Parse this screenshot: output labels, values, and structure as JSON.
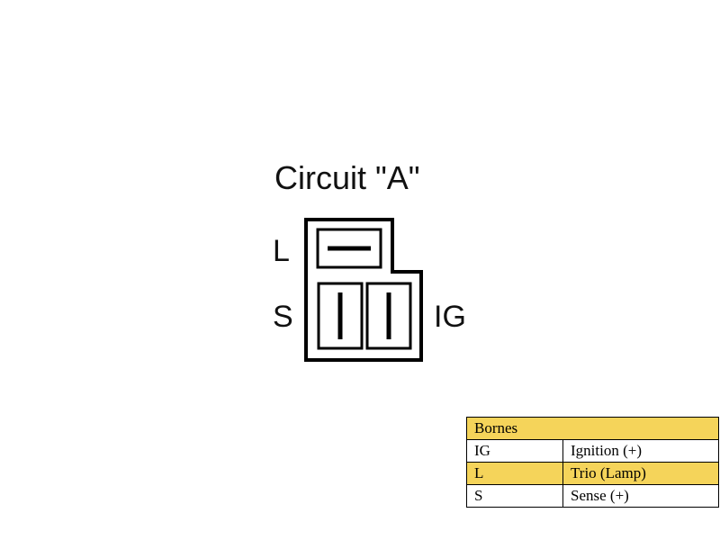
{
  "diagram": {
    "title": "Circuit \"A\"",
    "terminals": {
      "l": "L",
      "s": "S",
      "ig": "IG"
    }
  },
  "legend": {
    "header": "Bornes",
    "header_color": "#f5d45a",
    "rows": [
      {
        "code": "IG",
        "description": "Ignition (+)",
        "highlight": false
      },
      {
        "code": "L",
        "description": "Trio (Lamp)",
        "highlight": true
      },
      {
        "code": "S",
        "description": "Sense (+)",
        "highlight": false
      }
    ]
  }
}
